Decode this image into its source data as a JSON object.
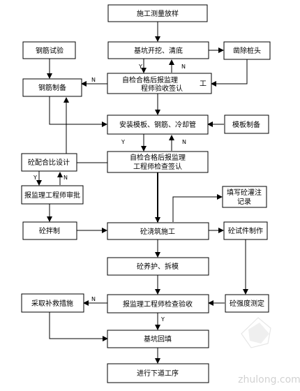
{
  "flowchart": {
    "nodes": {
      "survey": "施工测量放样",
      "excavation": "基坑开挖、清底",
      "pile_head": "凿除桩头",
      "steel_test": "钢筋试验",
      "steel_make": "钢筋制备",
      "inspection1_line1": "自检合格后报监理",
      "inspection1_line2": "程师验收签认",
      "inspection1_extra": "工",
      "install": "安装模板、钢筋、冷却管",
      "formwork": "模板制备",
      "inspection2_line1": "自检合格后报监理",
      "inspection2_line2": "工程师检查签认",
      "mix_design": "砼配合比设计",
      "supervisor_review": "报监理工程师审批",
      "record": "填写砼灌注记录",
      "concrete_mix": "砼拌制",
      "pour": "砼浇筑施工",
      "specimen": "砼试件制作",
      "cure": "砼养护、拆模",
      "remedy": "采取补救措施",
      "final_check": "报监理工程师检查验收",
      "strength": "砼强度测定",
      "backfill": "基坑回填",
      "next": "进行下道工序"
    },
    "branch_labels": {
      "yes": "Y",
      "no": "N"
    }
  },
  "watermark": "zhulong.com"
}
